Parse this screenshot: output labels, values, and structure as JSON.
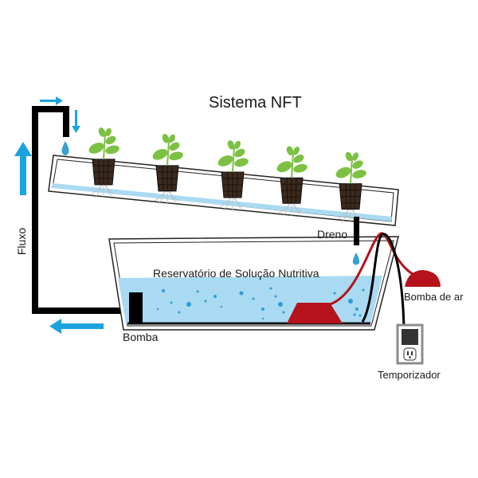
{
  "title": "Sistema NFT",
  "labels": {
    "flow": "Fluxo",
    "drain": "Dreno",
    "reservoir": "Reservatório de Solução Nutritiva",
    "pump": "Bomba",
    "air_pump": "Bomba de ar",
    "timer": "Temporizador"
  },
  "plants": [
    {
      "name": "plant-1"
    },
    {
      "name": "plant-2"
    },
    {
      "name": "plant-3"
    },
    {
      "name": "plant-4"
    },
    {
      "name": "plant-5"
    }
  ],
  "colors": {
    "water": "#a9daf2",
    "arrow": "#1ba3e0",
    "pipe": "#000000",
    "leaf": "#7dc142",
    "air_pump": "#b5121b",
    "timer_frame": "#8c8c8c"
  }
}
